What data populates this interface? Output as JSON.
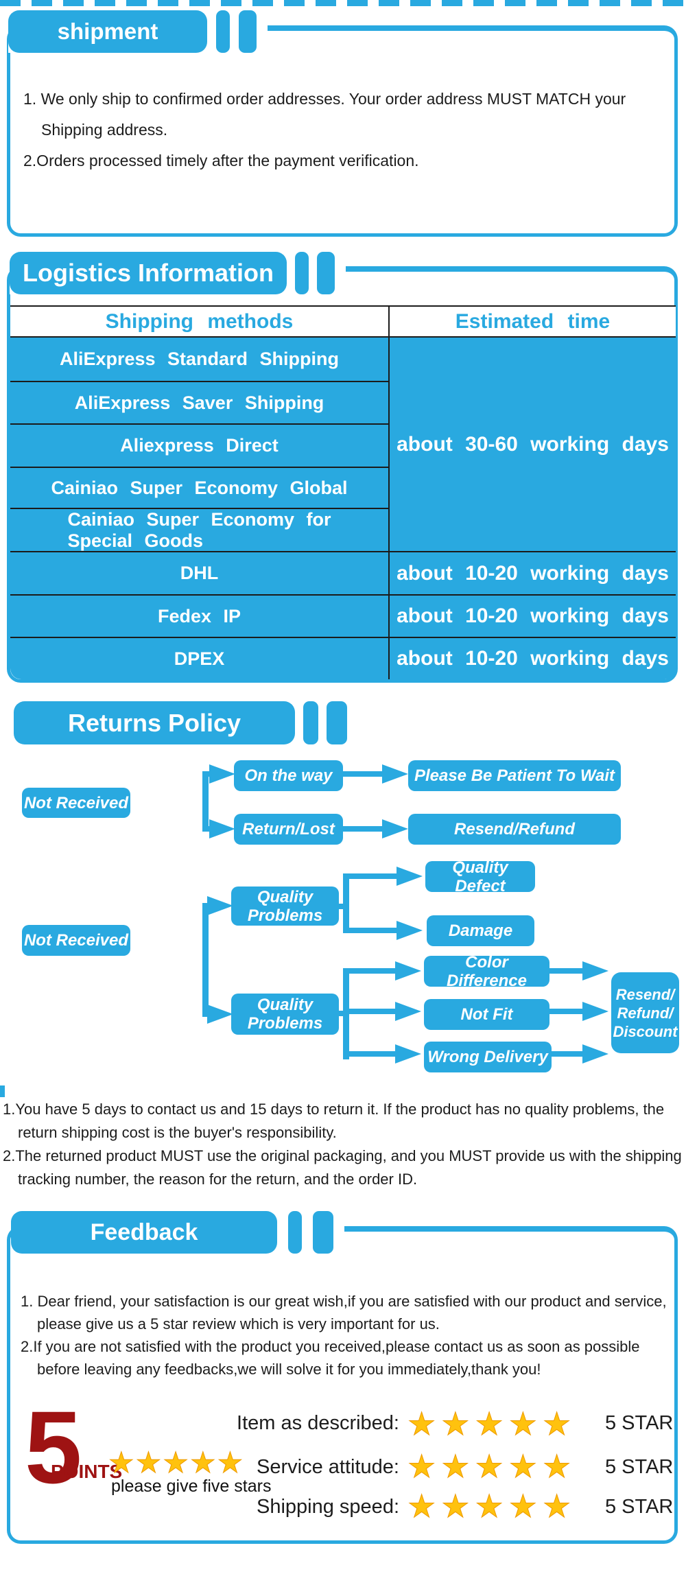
{
  "shipment": {
    "title": "shipment",
    "item1": "1. We only ship to confirmed order addresses. Your order address MUST MATCH your Shipping address.",
    "item2": "2.Orders processed timely after the payment verification."
  },
  "logistics": {
    "title": "Logistics Information",
    "col_method": "Shipping methods",
    "col_time": "Estimated time",
    "m1": "AliExpress Standard Shipping",
    "m2": "AliExpress Saver Shipping",
    "m3": "Aliexpress Direct",
    "m4": "Cainiao Super Economy Global",
    "m5": "Cainiao Super Economy for\nSpecial Goods",
    "t_group": "about 30-60 working days",
    "m6": "DHL",
    "t6": "about 10-20 working days",
    "m7": "Fedex IP",
    "t7": "about 10-20 working days",
    "m8": "DPEX",
    "t8": "about 10-20 working days"
  },
  "returns": {
    "title": "Returns Policy",
    "nr1": "Not Received",
    "otw": "On the way",
    "patient": "Please Be Patient To Wait",
    "rl": "Return/Lost",
    "rr": "Resend/Refund",
    "nr2": "Not Received",
    "qp1": "Quality Problems",
    "qd": "Quality Defect",
    "dm": "Damage",
    "qp2": "Quality Problems",
    "cd": "Color Difference",
    "nf": "Not Fit",
    "wd": "Wrong Delivery",
    "rrd": "Resend/\nRefund/\nDiscount",
    "note1": "1.You have 5 days to contact us and 15 days to return it. If the product has no quality problems, the return shipping cost is the buyer's responsibility.",
    "note2": "2.The returned product MUST use the original packaging, and you MUST provide us with the shipping tracking number, the reason for the return, and the order ID."
  },
  "feedback": {
    "title": "Feedback",
    "item1": "1. Dear friend, your satisfaction is our great wish,if you are satisfied with our product and service, please give us a 5 star review which is very important for us.",
    "item2": "2.If you are not satisfied with the product you received,please contact us as soon as possible before leaving any feedbacks,we will solve it for you immediately,thank you!",
    "points_number": "5",
    "points_label": "POINTS",
    "stars": "★★★★★",
    "caption": "please give five stars",
    "rows": [
      {
        "label": "Item as described:",
        "stars": "★★★★★",
        "grade": "5 STAR"
      },
      {
        "label": "Service attitude:",
        "stars": "★★★★★",
        "grade": "5 STAR"
      },
      {
        "label": "Shipping speed:",
        "stars": "★★★★★",
        "grade": "5 STAR"
      }
    ]
  },
  "colors": {
    "blue": "#29A9E0",
    "dark_red": "#9E1313",
    "star_gold": "#FFC20E"
  }
}
